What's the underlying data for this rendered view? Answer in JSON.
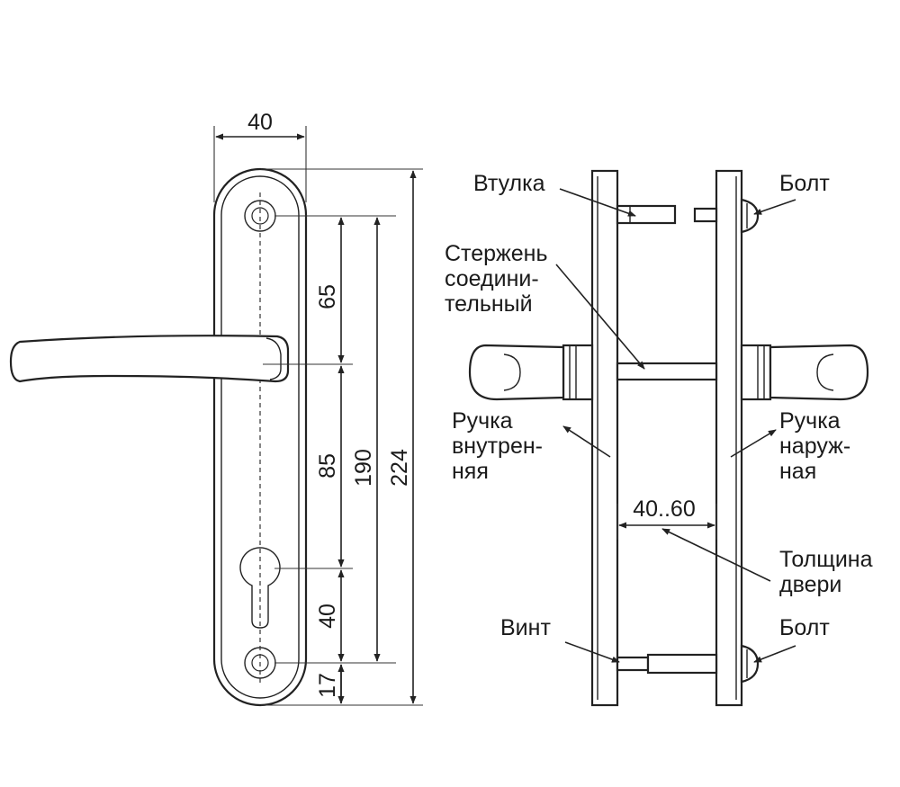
{
  "dimensions": {
    "width": "40",
    "hole_to_handle": "65",
    "handle_to_cylinder": "85",
    "hole_spacing": "190",
    "total_height": "224",
    "cylinder_to_hole": "40",
    "bottom_offset": "17",
    "door_thickness": "40..60"
  },
  "labels": {
    "bushing": "Втулка",
    "bolt_top": "Болт",
    "rod": [
      "Стержень",
      "соедини-",
      "тельный"
    ],
    "handle_inner": [
      "Ручка",
      "внутрен-",
      "няя"
    ],
    "handle_outer": [
      "Ручка",
      "наруж-",
      "ная"
    ],
    "door_thickness": [
      "Толщина",
      "двери"
    ],
    "screw": "Винт",
    "bolt_bottom": "Болт"
  }
}
